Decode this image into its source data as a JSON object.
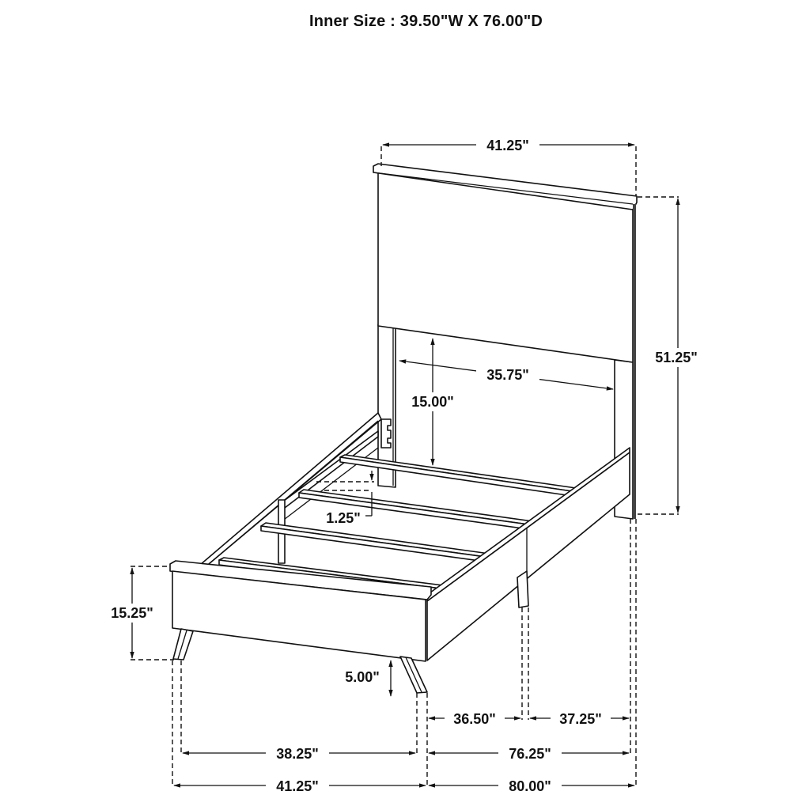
{
  "title": "Inner Size : 39.50\"W X 76.00\"D",
  "dimensions": {
    "headboard_width": "41.25\"",
    "headboard_height": "51.25\"",
    "headboard_inner_width": "35.75\"",
    "headboard_leg_clearance": "15.00\"",
    "slat_height": "1.25\"",
    "footboard_height": "15.25\"",
    "leg_height": "5.00\"",
    "front_section_length": "36.50\"",
    "rear_section_length": "37.25\"",
    "footboard_leg_spacing": "38.25\"",
    "rail_length": "76.25\"",
    "overall_width": "41.25\"",
    "overall_length": "80.00\""
  }
}
